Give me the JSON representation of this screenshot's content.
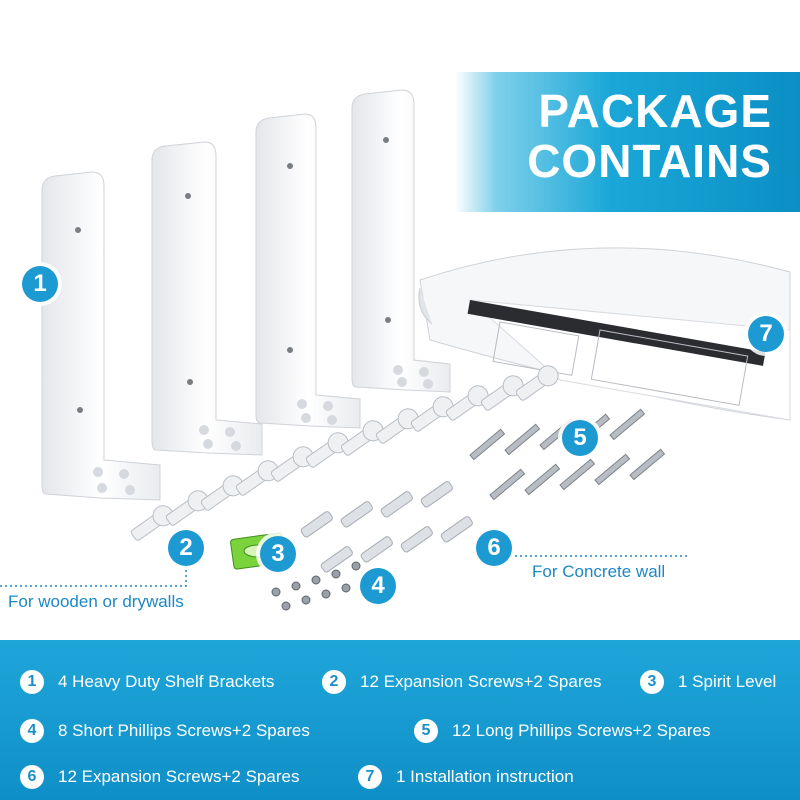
{
  "banner": {
    "line1": "PACKAGE",
    "line2": "CONTAINS"
  },
  "callouts": {
    "c1": "1",
    "c2": "2",
    "c3": "3",
    "c4": "4",
    "c5": "5",
    "c6": "6",
    "c7": "7"
  },
  "captions": {
    "wooden": "For wooden or drywalls",
    "concrete": "For Concrete wall"
  },
  "items": [
    {
      "num": "1",
      "text": "4 Heavy Duty Shelf Brackets"
    },
    {
      "num": "2",
      "text": "12 Expansion Screws+2 Spares"
    },
    {
      "num": "3",
      "text": "1 Spirit Level"
    },
    {
      "num": "4",
      "text": "8 Short Phillips Screws+2 Spares"
    },
    {
      "num": "5",
      "text": "12 Long Phillips Screws+2 Spares"
    },
    {
      "num": "6",
      "text": "12 Expansion Screws+2 Spares"
    },
    {
      "num": "7",
      "text": "1 Installation instruction"
    }
  ],
  "colors": {
    "accent": "#1e9ad2",
    "panel": "#1199cf",
    "bracket": "#f2f3f5",
    "level": "#7ad33a"
  }
}
